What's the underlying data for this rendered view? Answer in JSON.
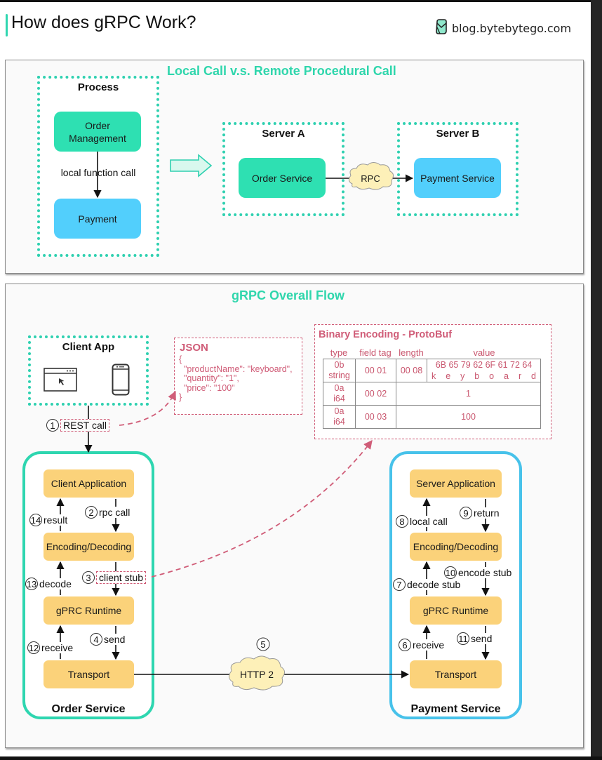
{
  "header": {
    "title": "How does gRPC Work?",
    "brand": "blog.bytebytego.com",
    "brand_icon": "bytebytego-logo-icon",
    "accent_color": "#2fd6b0"
  },
  "local_vs_remote": {
    "title": "Local Call v.s. Remote Procedural Call",
    "process": {
      "label": "Process",
      "top_node": "Order Management",
      "edge_label": "local function call",
      "bottom_node": "Payment"
    },
    "transition_icon": "hollow-right-arrow-icon",
    "server_a": {
      "label": "Server A",
      "node": "Order Service"
    },
    "connector": "RPC",
    "server_b": {
      "label": "Server B",
      "node": "Payment Service"
    }
  },
  "grpc_flow": {
    "title": "gRPC Overall Flow",
    "client_app": {
      "label": "Client App",
      "icons": [
        "browser-window-icon",
        "mobile-phone-icon"
      ]
    },
    "json": {
      "title": "JSON",
      "code": "{\n  \"productName\": \"keyboard\",\n  \"quantity\": \"1\",\n  \"price\": \"100\"\n}"
    },
    "protobuf": {
      "title": "Binary Encoding - ProtoBuf",
      "headers": [
        "type",
        "field tag",
        "length",
        "value"
      ],
      "rows": [
        {
          "type": "0b",
          "type_name": "string",
          "field_tag": "00 01",
          "length": "00 08",
          "value_hex": "6B 65 79 62 6F 61 72 64",
          "value_chars": [
            "k",
            "e",
            "y",
            "b",
            "o",
            "a",
            "r",
            "d"
          ]
        },
        {
          "type": "0a",
          "type_name": "i64",
          "field_tag": "00 02",
          "value": "1"
        },
        {
          "type": "0a",
          "type_name": "i64",
          "field_tag": "00 03",
          "value": "100"
        }
      ]
    },
    "order_service": {
      "label": "Order Service",
      "layers": [
        "Client Application",
        "Encoding/Decoding",
        "gPRC Runtime",
        "Transport"
      ]
    },
    "payment_service": {
      "label": "Payment Service",
      "layers": [
        "Server Application",
        "Encoding/Decoding",
        "gPRC Runtime",
        "Transport"
      ]
    },
    "network": {
      "step": "5",
      "label": "HTTP 2"
    },
    "steps": {
      "s1": {
        "num": "1",
        "label": "REST call"
      },
      "s2": {
        "num": "2",
        "label": "rpc call"
      },
      "s3": {
        "num": "3",
        "label": "client stub"
      },
      "s4": {
        "num": "4",
        "label": "send"
      },
      "s6": {
        "num": "6",
        "label": "receive"
      },
      "s7": {
        "num": "7",
        "label": "decode stub"
      },
      "s8": {
        "num": "8",
        "label": "local call"
      },
      "s9": {
        "num": "9",
        "label": "return"
      },
      "s10": {
        "num": "10",
        "label": "encode stub"
      },
      "s11": {
        "num": "11",
        "label": "send"
      },
      "s12": {
        "num": "12",
        "label": "receive"
      },
      "s13": {
        "num": "13",
        "label": "decode"
      },
      "s14": {
        "num": "14",
        "label": "result"
      }
    }
  },
  "colors": {
    "teal": "#2ee0b2",
    "blue": "#52cffc",
    "amber": "#fbd27a",
    "pink": "#d05d78",
    "cloud": "#fdf0b8"
  }
}
